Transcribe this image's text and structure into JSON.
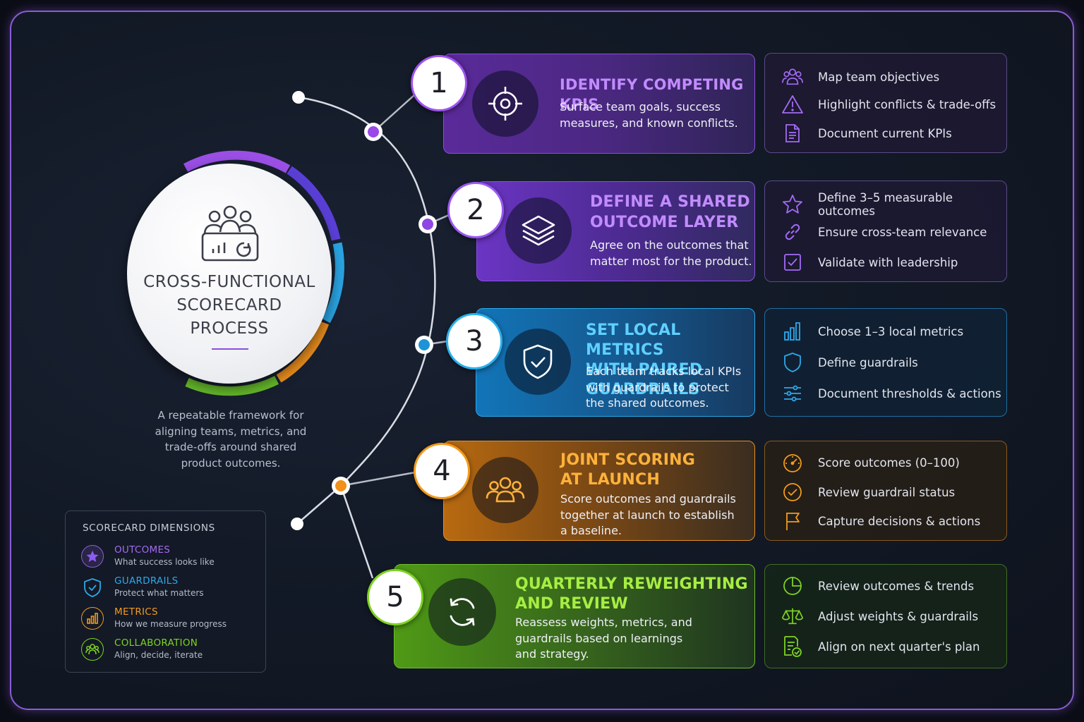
{
  "hub": {
    "title": "CROSS-FUNCTIONAL\nSCORECARD\nPROCESS",
    "description": "A repeatable framework for aligning teams, metrics, and trade-offs around shared product outcomes."
  },
  "steps": [
    {
      "number": "1",
      "title": "IDENTIFY COMPETING KPIS",
      "description": "Surface team goals, success\nmeasures, and known conflicts.",
      "color": "#a054f0",
      "icon": "target-icon"
    },
    {
      "number": "2",
      "title": "DEFINE A SHARED\nOUTCOME LAYER",
      "description": "Agree on the outcomes that\nmatter most for the product.",
      "color": "#9b59f3",
      "icon": "layers-icon"
    },
    {
      "number": "3",
      "title": "SET LOCAL METRICS\nWITH PAIRED GUARDRAILS",
      "description": "Each team tracks local KPIs\nwith guardrails to protect\nthe shared outcomes.",
      "color": "#2bb1ee",
      "icon": "shield-check-icon"
    },
    {
      "number": "4",
      "title": "JOINT SCORING\nAT LAUNCH",
      "description": "Score outcomes and guardrails\ntogether at launch to establish\na baseline.",
      "color": "#f39a1c",
      "icon": "team-icon"
    },
    {
      "number": "5",
      "title": "QUARTERLY REWEIGHTING\nAND REVIEW",
      "description": "Reassess weights, metrics, and\nguardrails based on learnings\nand strategy.",
      "color": "#7ed321",
      "icon": "refresh-icon"
    }
  ],
  "details": [
    {
      "items": [
        {
          "icon": "people-icon",
          "text": "Map team objectives"
        },
        {
          "icon": "warning-icon",
          "text": "Highlight conflicts & trade-offs"
        },
        {
          "icon": "document-icon",
          "text": "Document current KPIs"
        }
      ]
    },
    {
      "items": [
        {
          "icon": "star-icon",
          "text": "Define 3–5 measurable outcomes"
        },
        {
          "icon": "link-icon",
          "text": "Ensure cross-team relevance"
        },
        {
          "icon": "checkbox-icon",
          "text": "Validate with leadership"
        }
      ]
    },
    {
      "items": [
        {
          "icon": "bar-chart-icon",
          "text": "Choose 1–3 local metrics"
        },
        {
          "icon": "shield-icon",
          "text": "Define guardrails"
        },
        {
          "icon": "sliders-icon",
          "text": "Document thresholds & actions"
        }
      ]
    },
    {
      "items": [
        {
          "icon": "gauge-icon",
          "text": "Score outcomes (0–100)"
        },
        {
          "icon": "check-circle-icon",
          "text": "Review guardrail status"
        },
        {
          "icon": "flag-icon",
          "text": "Capture decisions & actions"
        }
      ]
    },
    {
      "items": [
        {
          "icon": "pie-chart-icon",
          "text": "Review outcomes & trends"
        },
        {
          "icon": "scale-icon",
          "text": "Adjust weights & guardrails"
        },
        {
          "icon": "plan-icon",
          "text": "Align on next quarter's plan"
        }
      ]
    }
  ],
  "legend": {
    "title": "SCORECARD DIMENSIONS",
    "items": [
      {
        "name": "OUTCOMES",
        "desc": "What success looks like",
        "color": "#a46af5",
        "icon": "star-badge-icon"
      },
      {
        "name": "GUARDRAILS",
        "desc": "Protect what matters",
        "color": "#2ea8ea",
        "icon": "shield-check-icon"
      },
      {
        "name": "METRICS",
        "desc": "How we measure progress",
        "color": "#f39a1c",
        "icon": "bar-chart-icon"
      },
      {
        "name": "COLLABORATION",
        "desc": "Align, decide, iterate",
        "color": "#7ed321",
        "icon": "people-icon"
      }
    ]
  }
}
